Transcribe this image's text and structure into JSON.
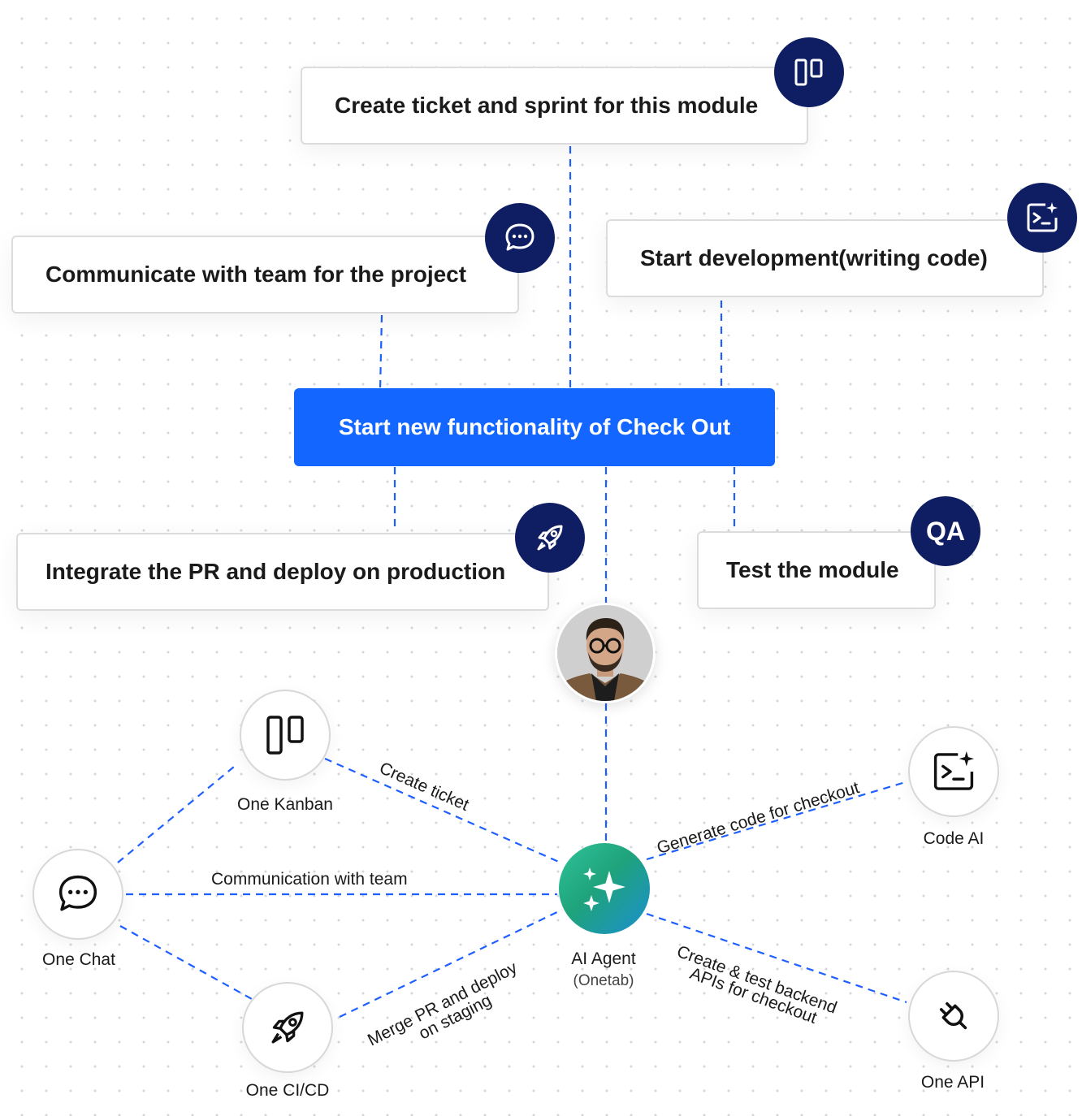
{
  "cards": {
    "ticket": "Create ticket and sprint for this module",
    "communicate": "Communicate with team for the project",
    "develop": "Start development(writing code)",
    "main": "Start new functionality of Check Out",
    "integrate": "Integrate the PR and deploy on production",
    "test": "Test the module"
  },
  "badges": {
    "ticket_icon": "kanban-icon",
    "communicate_icon": "chat-icon",
    "develop_icon": "code-ai-icon",
    "integrate_icon": "rocket-icon",
    "test_text": "QA"
  },
  "nodes": {
    "kanban": "One Kanban",
    "chat": "One Chat",
    "cicd": "One CI/CD",
    "code_ai": "Code AI",
    "api": "One API",
    "agent": "AI Agent",
    "agent_sub": "(Onetab)"
  },
  "edges": {
    "create_ticket": "Create ticket",
    "communication": "Communication with team",
    "merge_line1": "Merge PR and deploy",
    "merge_line2": "on staging",
    "generate_code": "Generate code for checkout",
    "api_line1": "Create & test backend",
    "api_line2": "APIs for checkout"
  },
  "colors": {
    "accent": "#1366ff",
    "badge": "#0f1e63",
    "line": "#1366ff"
  }
}
